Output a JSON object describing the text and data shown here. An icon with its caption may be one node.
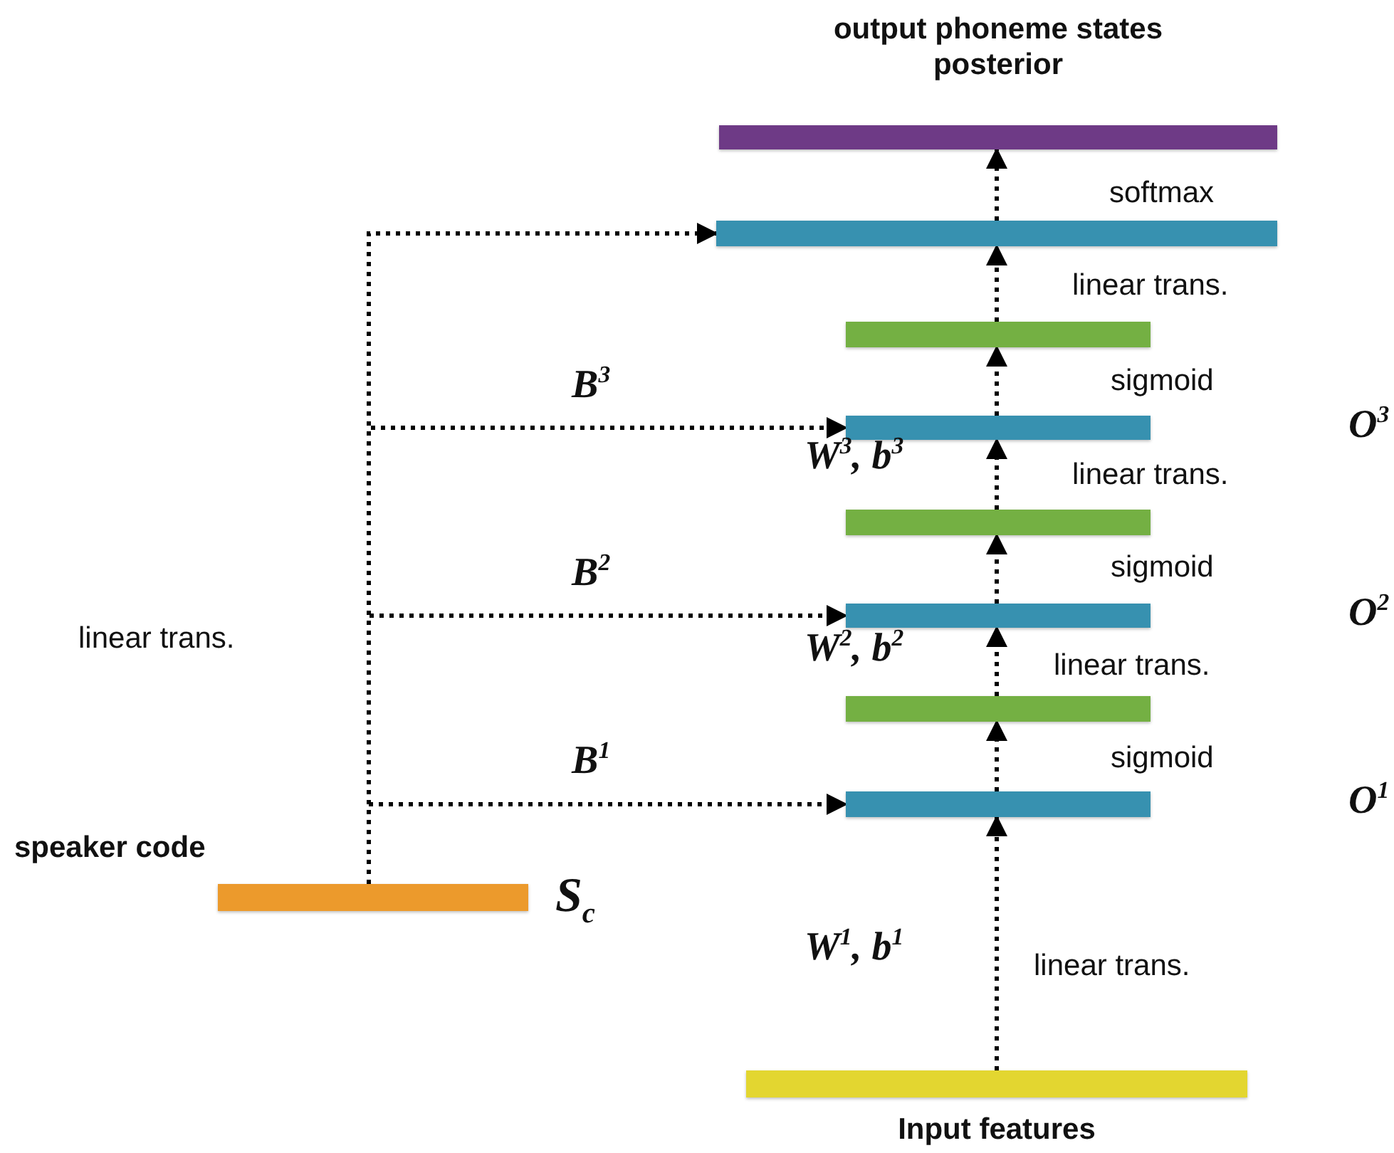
{
  "diagram": {
    "nodes": [
      {
        "text": [
          "output phoneme states posterior"
        ]
      },
      {
        "text": [],
        "shape": "bar"
      },
      {
        "text": [],
        "shape": "bar"
      },
      {
        "text": [],
        "shape": "bar"
      },
      {
        "text": [],
        "shape": "bar"
      },
      {
        "text": [],
        "shape": "bar"
      },
      {
        "text": [],
        "shape": "bar"
      },
      {
        "text": [],
        "shape": "bar"
      },
      {
        "text": [
          "Input features"
        ]
      },
      {
        "text": [
          "speaker code"
        ],
        "beside": [
          "S$_{c}$"
        ]
      }
    ],
    "edges": [
      {
        "from": 8,
        "to": 7,
        "arrow": "to",
        "style": "dashed"
      },
      {
        "from": 7,
        "to": 6,
        "arrow": "to",
        "style": "dashed"
      },
      {
        "from": 6,
        "to": 5,
        "arrow": "to",
        "style": "dashed"
      },
      {
        "from": 5,
        "to": 4,
        "arrow": "to",
        "style": "dashed"
      },
      {
        "from": 4,
        "to": 3,
        "arrow": "to",
        "style": "dashed"
      },
      {
        "from": 3,
        "to": 2,
        "arrow": "to",
        "style": "dashed"
      },
      {
        "from": 2,
        "to": 1,
        "arrow": "to",
        "style": "dashed"
      },
      {
        "from": 1,
        "to": 0,
        "arrow": "to",
        "style": "dashed"
      },
      {
        "from": 9,
        "to": 7,
        "arrow": "to",
        "style": "dashed",
        "label": "B$^{1}$"
      },
      {
        "from": 9,
        "to": 5,
        "arrow": "to",
        "style": "dashed",
        "label": "B$^{2}$"
      },
      {
        "from": 9,
        "to": 3,
        "arrow": "to",
        "style": "dashed",
        "label": "B$^{3}$"
      },
      {
        "from": 9,
        "to": 1,
        "arrow": "to",
        "style": "dashed"
      }
    ],
    "labels": [
      "softmax",
      "linear trans.",
      "sigmoid",
      "O$^{3}$",
      "W$^{3}$, b$^{3}$",
      "linear trans.",
      "sigmoid",
      "O$^{2}$",
      "linear trans.",
      "W$^{2}$, b$^{2}$",
      "linear trans.",
      "sigmoid",
      "O$^{1}$",
      "W$^{1}$, b$^{1}$",
      "linear trans."
    ]
  }
}
